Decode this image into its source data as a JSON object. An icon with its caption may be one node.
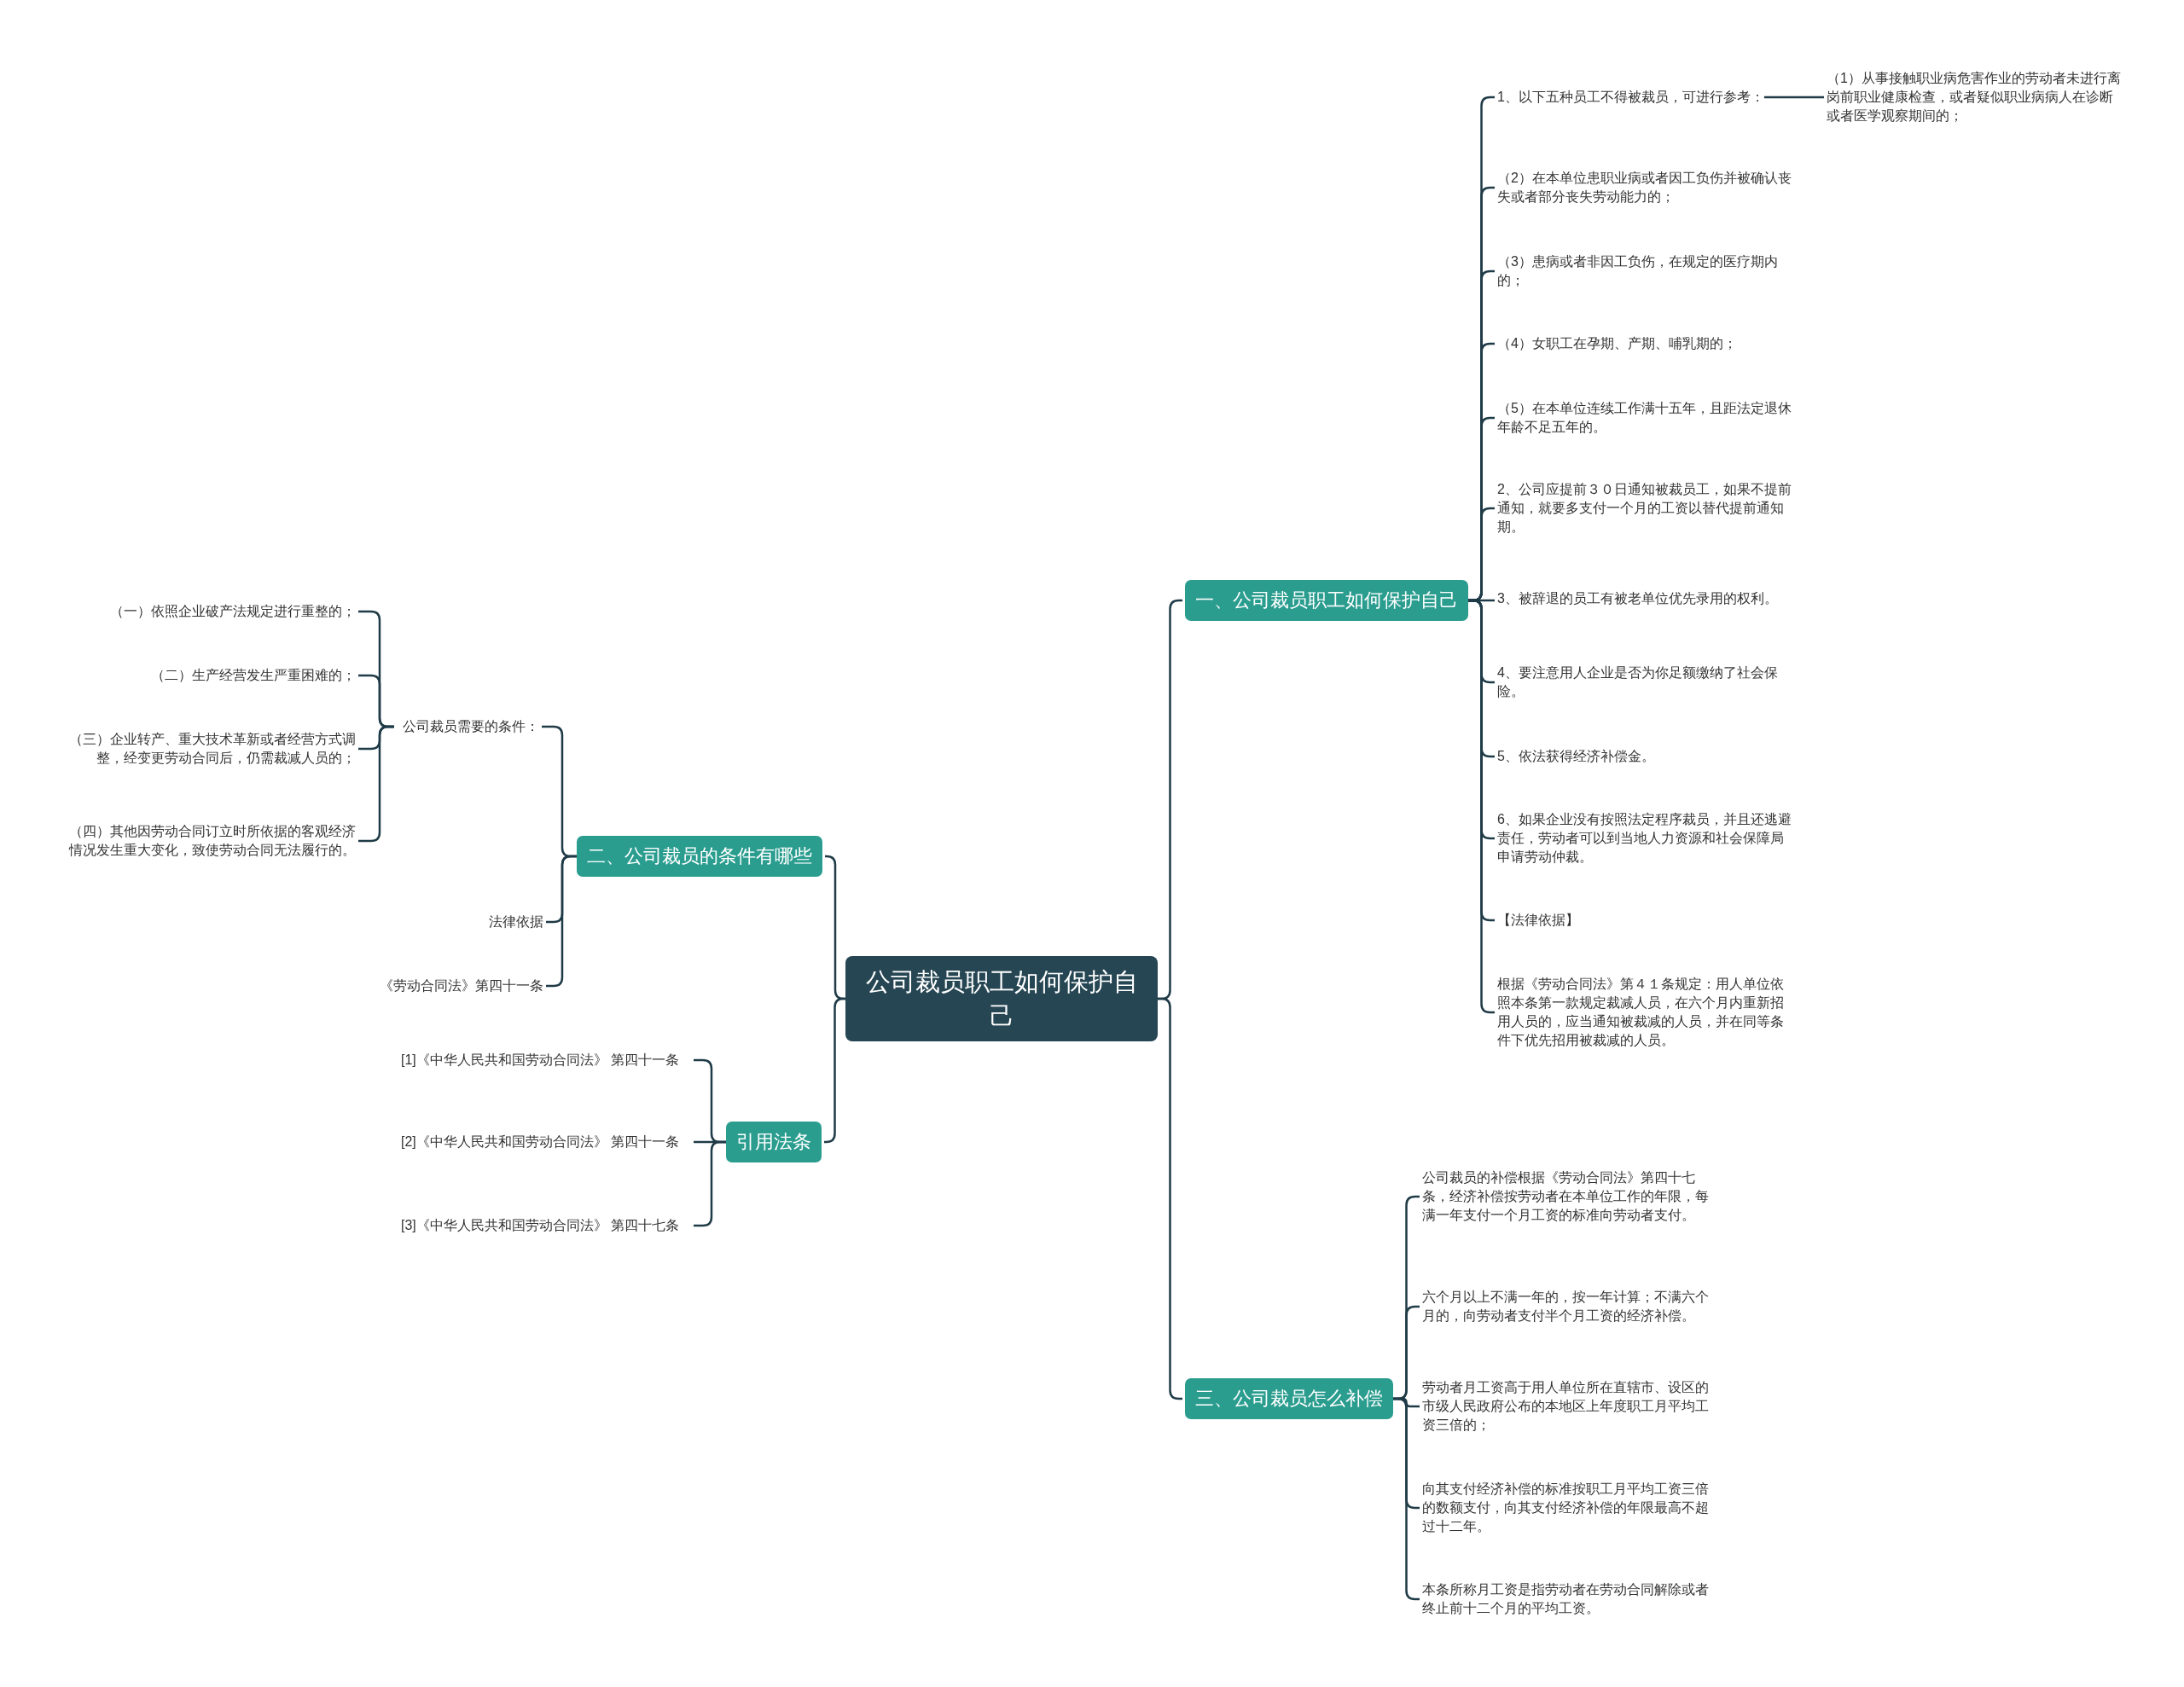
{
  "diagram": {
    "nodes": [
      {
        "text": [
          "公司裁员职工如何保护自己"
        ]
      },
      {
        "text": [
          "一、公司裁员职工如何保护自己"
        ]
      },
      {
        "text": [
          "1、以下五种员工不得被裁员，可进行参考："
        ]
      },
      {
        "text": [
          "（1）从事接触职业病危害作业的劳动者未进行离岗前职业健康检查，或者疑似职业病病人在诊断或者医学观察期间的；"
        ]
      },
      {
        "text": [
          "（2）在本单位患职业病或者因工负伤并被确认丧失或者部分丧失劳动能力的；"
        ]
      },
      {
        "text": [
          "（3）患病或者非因工负伤，在规定的医疗期内的；"
        ]
      },
      {
        "text": [
          "（4）女职工在孕期、产期、哺乳期的；"
        ]
      },
      {
        "text": [
          "（5）在本单位连续工作满十五年，且距法定退休年龄不足五年的。"
        ]
      },
      {
        "text": [
          "2、公司应提前３０日通知被裁员工，如果不提前通知，就要多支付一个月的工资以替代提前通知期。"
        ]
      },
      {
        "text": [
          "3、被辞退的员工有被老单位优先录用的权利。"
        ]
      },
      {
        "text": [
          "4、要注意用人企业是否为你足额缴纳了社会保险。"
        ]
      },
      {
        "text": [
          "5、依法获得经济补偿金。"
        ]
      },
      {
        "text": [
          "6、如果企业没有按照法定程序裁员，并且还逃避责任，劳动者可以到当地人力资源和社会保障局申请劳动仲裁。"
        ]
      },
      {
        "text": [
          "【法律依据】"
        ]
      },
      {
        "text": [
          "根据《劳动合同法》第４１条规定：用人单位依照本条第一款规定裁减人员，在六个月内重新招用人员的，应当通知被裁减的人员，并在同等条件下优先招用被裁减的人员。"
        ]
      },
      {
        "text": [
          "二、公司裁员的条件有哪些"
        ]
      },
      {
        "text": [
          "公司裁员需要的条件："
        ]
      },
      {
        "text": [
          "（一）依照企业破产法规定进行重整的；"
        ]
      },
      {
        "text": [
          "（二）生产经营发生严重困难的；"
        ]
      },
      {
        "text": [
          "（三）企业转产、重大技术革新或者经营方式调整，经变更劳动合同后，仍需裁减人员的；"
        ]
      },
      {
        "text": [
          "（四）其他因劳动合同订立时所依据的客观经济情况发生重大变化，致使劳动合同无法履行的。"
        ]
      },
      {
        "text": [
          "法律依据"
        ]
      },
      {
        "text": [
          "《劳动合同法》第四十一条"
        ]
      },
      {
        "text": [
          "引用法条"
        ]
      },
      {
        "text": [
          "[1]《中华人民共和国劳动合同法》 第四十一条"
        ]
      },
      {
        "text": [
          "[2]《中华人民共和国劳动合同法》 第四十一条"
        ]
      },
      {
        "text": [
          "[3]《中华人民共和国劳动合同法》 第四十七条"
        ]
      },
      {
        "text": [
          "三、公司裁员怎么补偿"
        ]
      },
      {
        "text": [
          "公司裁员的补偿根据《劳动合同法》第四十七条，经济补偿按劳动者在本单位工作的年限，每满一年支付一个月工资的标准向劳动者支付。"
        ]
      },
      {
        "text": [
          "六个月以上不满一年的，按一年计算；不满六个月的，向劳动者支付半个月工资的经济补偿。"
        ]
      },
      {
        "text": [
          "劳动者月工资高于用人单位所在直辖市、设区的市级人民政府公布的本地区上年度职工月平均工资三倍的；"
        ]
      },
      {
        "text": [
          "向其支付经济补偿的标准按职工月平均工资三倍的数额支付，向其支付经济补偿的年限最高不超过十二年。"
        ]
      },
      {
        "text": [
          "本条所称月工资是指劳动者在劳动合同解除或者终止前十二个月的平均工资。"
        ]
      }
    ],
    "edges": [
      {
        "from": 0,
        "to": 1,
        "arrow": "none"
      },
      {
        "from": 1,
        "to": 2,
        "arrow": "none"
      },
      {
        "from": 2,
        "to": 3,
        "arrow": "none"
      },
      {
        "from": 1,
        "to": 4,
        "arrow": "none"
      },
      {
        "from": 1,
        "to": 5,
        "arrow": "none"
      },
      {
        "from": 1,
        "to": 6,
        "arrow": "none"
      },
      {
        "from": 1,
        "to": 7,
        "arrow": "none"
      },
      {
        "from": 1,
        "to": 8,
        "arrow": "none"
      },
      {
        "from": 1,
        "to": 9,
        "arrow": "none"
      },
      {
        "from": 1,
        "to": 10,
        "arrow": "none"
      },
      {
        "from": 1,
        "to": 11,
        "arrow": "none"
      },
      {
        "from": 1,
        "to": 12,
        "arrow": "none"
      },
      {
        "from": 1,
        "to": 13,
        "arrow": "none"
      },
      {
        "from": 1,
        "to": 14,
        "arrow": "none"
      },
      {
        "from": 0,
        "to": 15,
        "arrow": "none"
      },
      {
        "from": 15,
        "to": 16,
        "arrow": "none"
      },
      {
        "from": 16,
        "to": 17,
        "arrow": "none"
      },
      {
        "from": 16,
        "to": 18,
        "arrow": "none"
      },
      {
        "from": 16,
        "to": 19,
        "arrow": "none"
      },
      {
        "from": 16,
        "to": 20,
        "arrow": "none"
      },
      {
        "from": 15,
        "to": 21,
        "arrow": "none"
      },
      {
        "from": 15,
        "to": 22,
        "arrow": "none"
      },
      {
        "from": 0,
        "to": 23,
        "arrow": "none"
      },
      {
        "from": 23,
        "to": 24,
        "arrow": "none"
      },
      {
        "from": 23,
        "to": 25,
        "arrow": "none"
      },
      {
        "from": 23,
        "to": 26,
        "arrow": "none"
      },
      {
        "from": 0,
        "to": 27,
        "arrow": "none"
      },
      {
        "from": 27,
        "to": 28,
        "arrow": "none"
      },
      {
        "from": 27,
        "to": 29,
        "arrow": "none"
      },
      {
        "from": 27,
        "to": 30,
        "arrow": "none"
      },
      {
        "from": 27,
        "to": 31,
        "arrow": "none"
      },
      {
        "from": 27,
        "to": 32,
        "arrow": "none"
      }
    ]
  }
}
